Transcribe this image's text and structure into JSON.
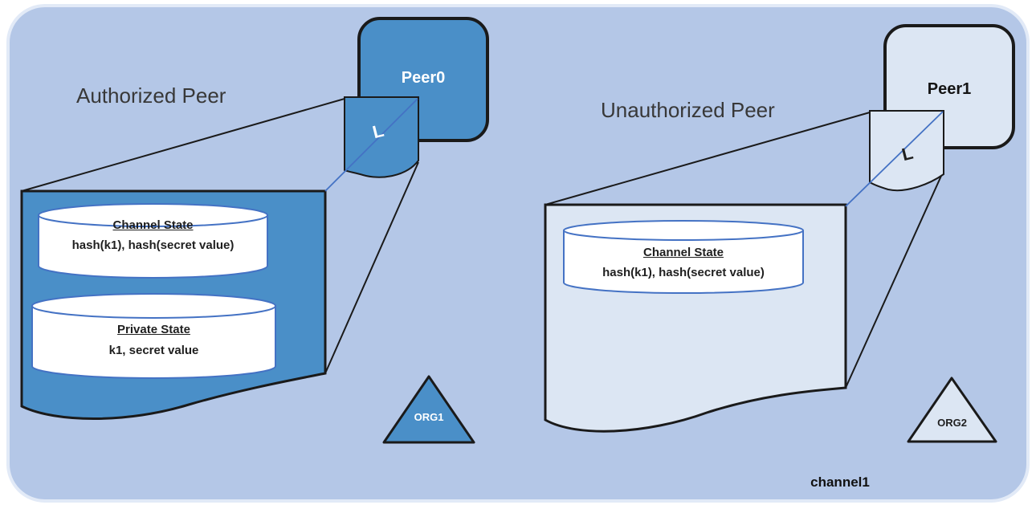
{
  "colors": {
    "background": "#b4c7e7",
    "board_border": "#e2eaf7",
    "medium_blue": "#4a8fc8",
    "light_blue": "#dce6f3",
    "line_blue": "#4472c4",
    "outline": "#1a1a1a",
    "heading_text": "#383838"
  },
  "left_panel": {
    "heading": "Authorized Peer",
    "peer_label": "Peer0",
    "ledger_icon_label": "L",
    "org_badge": "ORG1",
    "databases": [
      {
        "title": "Channel State",
        "values": "hash(k1), hash(secret value)"
      },
      {
        "title": "Private State",
        "values": "k1, secret value"
      }
    ]
  },
  "right_panel": {
    "heading": "Unauthorized Peer",
    "peer_label": "Peer1",
    "ledger_icon_label": "L",
    "org_badge": "ORG2",
    "databases": [
      {
        "title": "Channel State",
        "values": "hash(k1), hash(secret value)"
      }
    ]
  },
  "channel_label": "channel1"
}
